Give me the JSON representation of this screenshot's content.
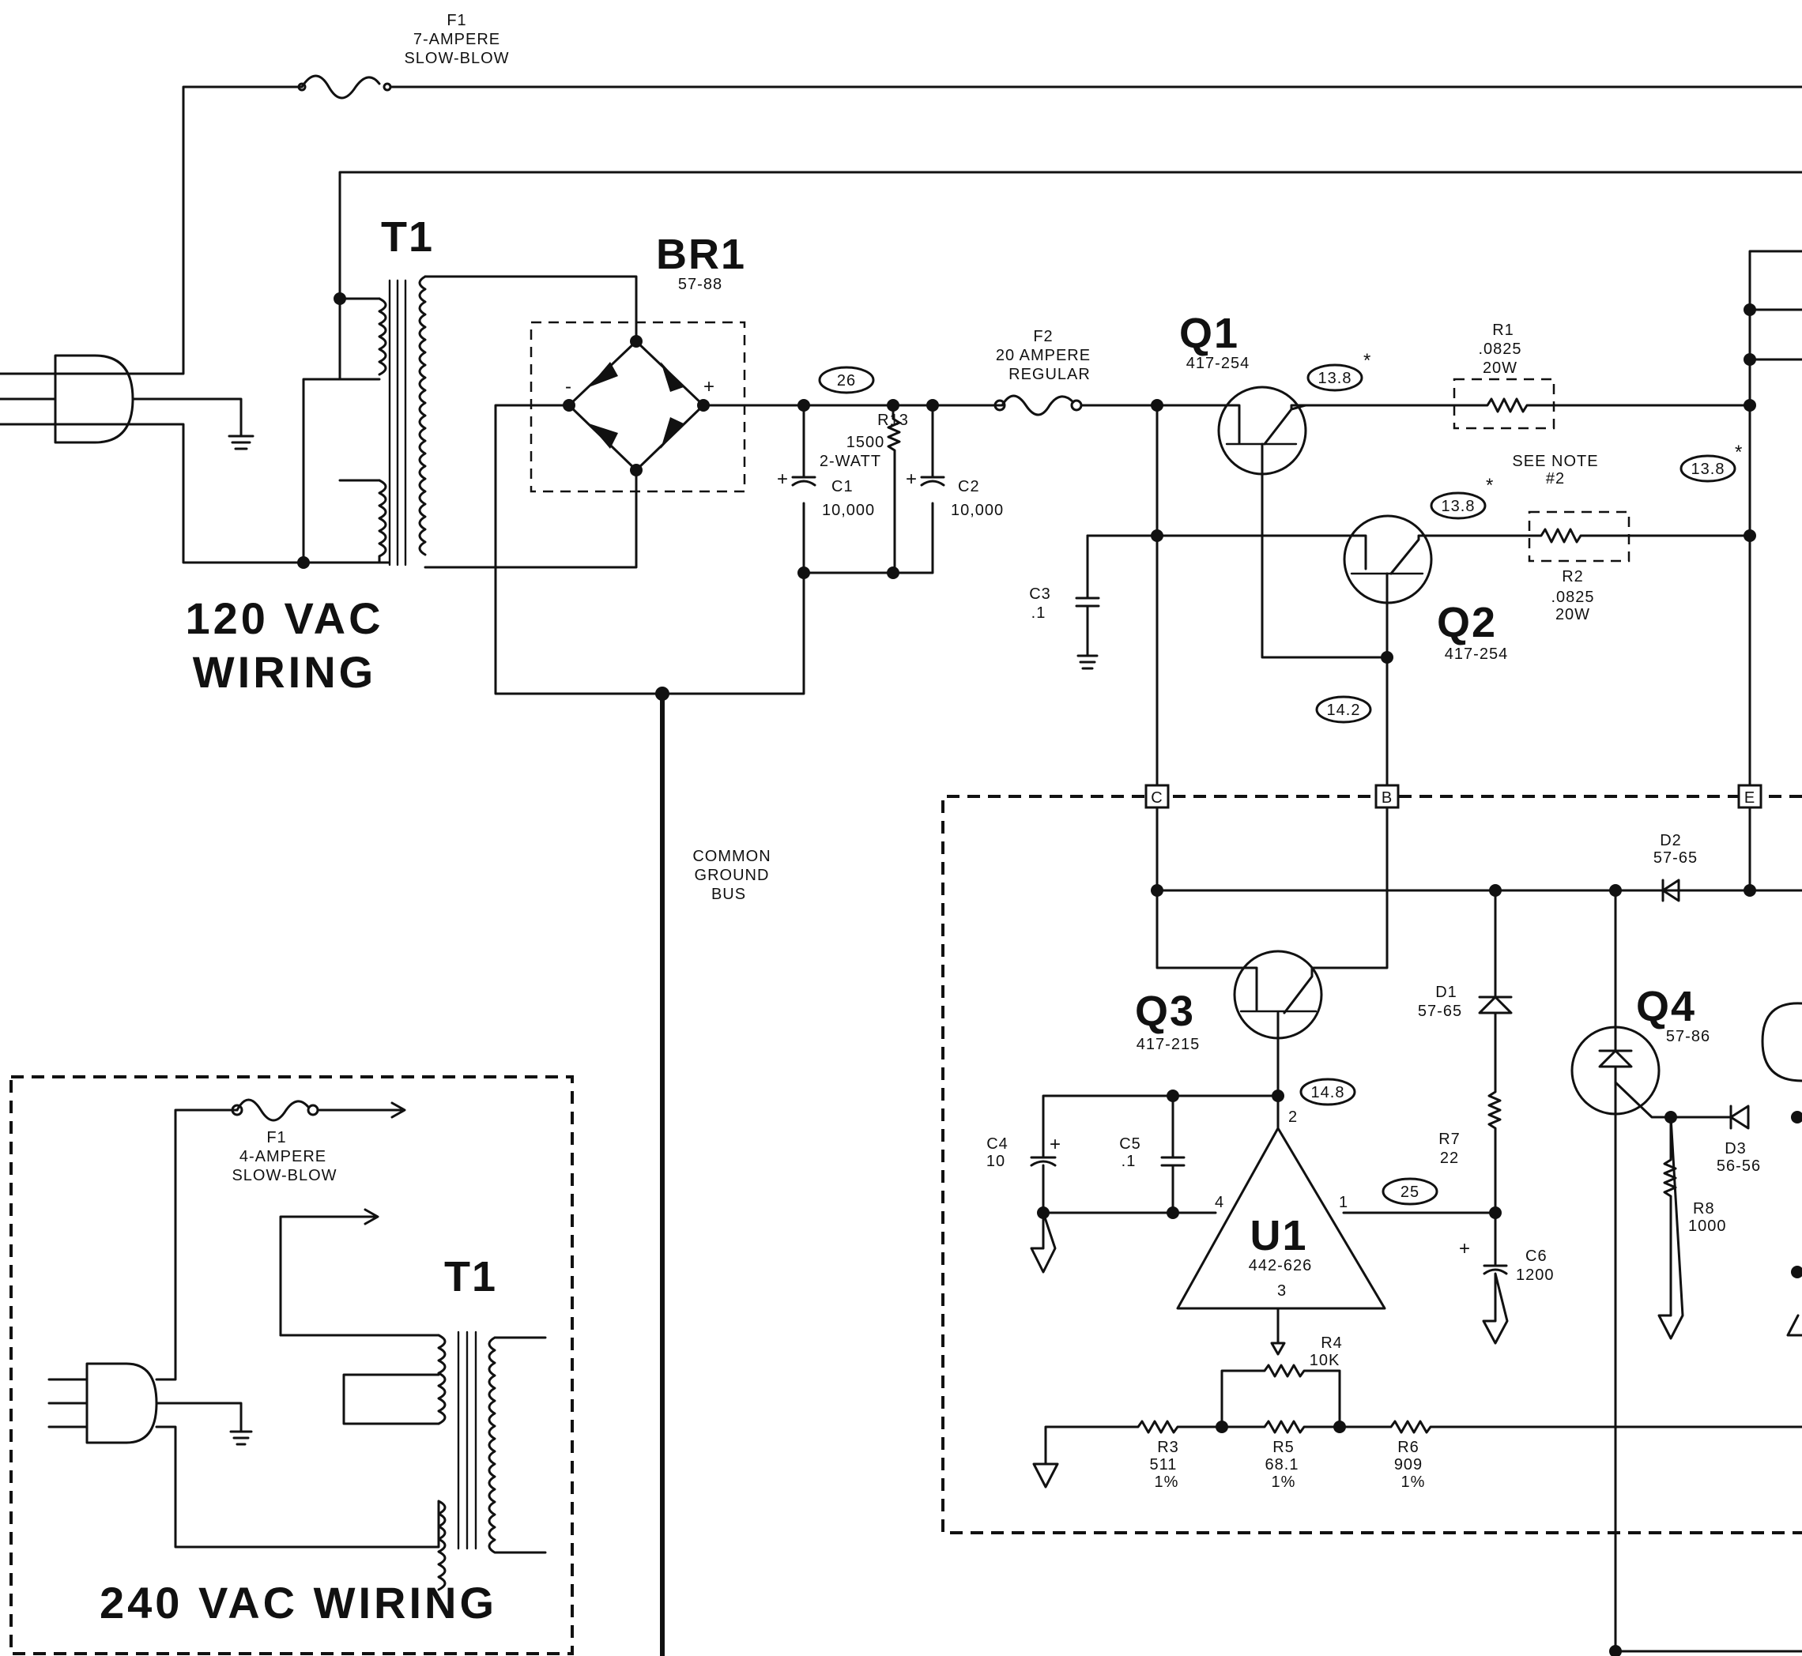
{
  "fuses": {
    "f1": {
      "ref": "F1",
      "rating": "7-AMPERE",
      "type": "SLOW-BLOW"
    },
    "f2": {
      "ref": "F2",
      "rating": "20 AMPERE",
      "type": "REGULAR"
    }
  },
  "components": {
    "t1": "T1",
    "br1": {
      "ref": "BR1",
      "part": "57-88",
      "minus": "-",
      "plus": "+"
    },
    "r13": {
      "ref": "R13",
      "value": "1500",
      "power": "2-WATT"
    },
    "c1": {
      "ref": "C1",
      "value": "10,000",
      "plus": "+"
    },
    "c2": {
      "ref": "C2",
      "value": "10,000",
      "plus": "+"
    },
    "q1": {
      "ref": "Q1",
      "part": "417-254"
    },
    "q2": {
      "ref": "Q2",
      "part": "417-254"
    },
    "r1": {
      "ref": "R1",
      "value": ".0825",
      "power": "20W"
    },
    "r2": {
      "ref": "R2",
      "value": ".0825",
      "power": "20W"
    },
    "c3": {
      "ref": "C3",
      "value": ".1"
    },
    "d2": {
      "ref": "D2",
      "part": "57-65"
    },
    "q3": {
      "ref": "Q3",
      "part": "417-215"
    },
    "d1": {
      "ref": "D1",
      "part": "57-65"
    },
    "r7": {
      "ref": "R7",
      "value": "22"
    },
    "c6": {
      "ref": "C6",
      "value": "1200",
      "plus": "+"
    },
    "q4": {
      "ref": "Q4",
      "part": "57-86"
    },
    "d3": {
      "ref": "D3",
      "part": "56-56"
    },
    "r8": {
      "ref": "R8",
      "value": "1000"
    },
    "c4": {
      "ref": "C4",
      "value": "10",
      "plus": "+"
    },
    "c5": {
      "ref": "C5",
      "value": ".1"
    },
    "u1": {
      "ref": "U1",
      "part": "442-626",
      "pin1": "1",
      "pin2": "2",
      "pin3": "3",
      "pin4": "4"
    },
    "r4": {
      "ref": "R4",
      "value": "10K"
    },
    "r3": {
      "ref": "R3",
      "value": "511",
      "tolerance": "1%"
    },
    "r5": {
      "ref": "R5",
      "value": "68.1",
      "tolerance": "1%"
    },
    "r6": {
      "ref": "R6",
      "value": "909",
      "tolerance": "1%"
    }
  },
  "voltages": {
    "v26": "26",
    "q1_emitter": "13.8",
    "q2_emitter": "13.8",
    "e_rail": "13.8",
    "v142": "14.2",
    "v148": "14.8",
    "v25": "25"
  },
  "note_marks": {
    "star": "*"
  },
  "notes": {
    "see_note_line1": "SEE NOTE",
    "see_note_line2": "#2"
  },
  "bus": {
    "line1": "COMMON",
    "line2": "GROUND",
    "line3": "BUS"
  },
  "terminals": {
    "c": "C",
    "b": "B",
    "e": "E"
  },
  "wiring_120": {
    "line1": "120 VAC",
    "line2": "WIRING"
  },
  "inset": {
    "f1_ref": "F1",
    "f1_rating": "4-AMPERE",
    "f1_type": "SLOW-BLOW",
    "t1": "T1",
    "title": "240 VAC WIRING"
  }
}
